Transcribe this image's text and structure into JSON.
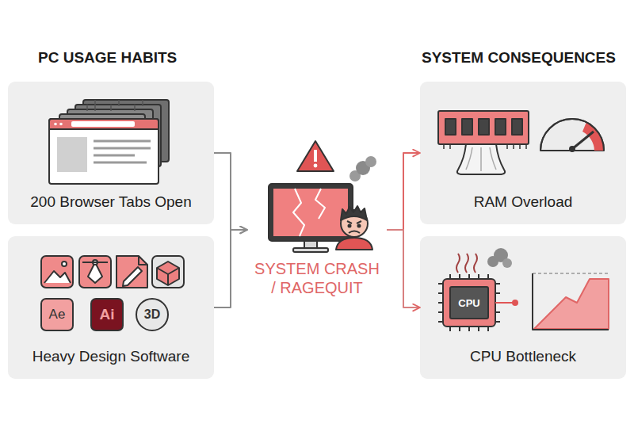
{
  "diagram": {
    "nodes": [
      {
        "text": [
          "200 Browser Tabs Open"
        ]
      },
      {
        "text": [
          "Heavy Design Software"
        ]
      },
      {
        "text": [
          "SYSTEM CRASH / RAGEQUIT"
        ]
      },
      {
        "text": [
          "RAM Overload"
        ]
      },
      {
        "text": [
          "CPU Bottleneck"
        ]
      }
    ],
    "edges": [
      {
        "from": 0,
        "to": 2,
        "arrow": "to"
      },
      {
        "from": 1,
        "to": 2,
        "arrow": "to"
      },
      {
        "from": 2,
        "to": 3,
        "arrow": "to"
      },
      {
        "from": 2,
        "to": 4,
        "arrow": "to"
      }
    ],
    "labels": [
      "PC USAGE HABITS",
      "SYSTEM CONSEQUENCES",
      "Ae",
      "Ai",
      "3D",
      "CPU"
    ]
  }
}
